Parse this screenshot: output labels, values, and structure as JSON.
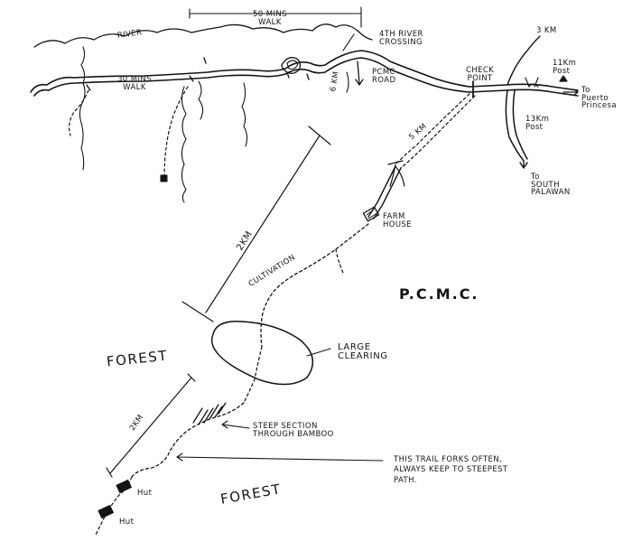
{
  "labels": {
    "river": "RIVER",
    "walk_30": "30 mins\nWALK",
    "walk_50": "50 mins\nWALK",
    "fourth_river_crossing": "4TH RIVER\nCROSSING",
    "six_km": "6 Km",
    "pcmc_road": "PCMC\nROAD",
    "check_point": "CHECK\nPOINT",
    "three_km": "3 Km",
    "eleven_km_post": "11Km\nPost",
    "to_puerto_princesa": "To\nPuerto\nPrincesa",
    "thirteen_km_post": "13Km\nPost",
    "to_south_palawan": "To\nSOUTH\nPALAWAN",
    "five_km": "5 Km",
    "farm_house": "FARM\nHOUSE",
    "two_km_upper": "2Km",
    "cultivation": "CULTIVATION",
    "pcmc": "P.C.M.C.",
    "forest_left": "FOREST",
    "large_clearing": "LARGE\nCLEARING",
    "two_km_lower": "2Km",
    "steep_section": "STEEP SECTION\nTHROUGH BAMBOO",
    "trail_note": "THIS TRAIL FORKS OFTEN,\nALWAYS KEEP TO STEEPEST\nPATH.",
    "forest_right": "FOREST",
    "hut_upper": "Hut",
    "hut_lower": "Hut"
  },
  "colors": {
    "ink": "#141414",
    "paper": "#ffffff"
  }
}
